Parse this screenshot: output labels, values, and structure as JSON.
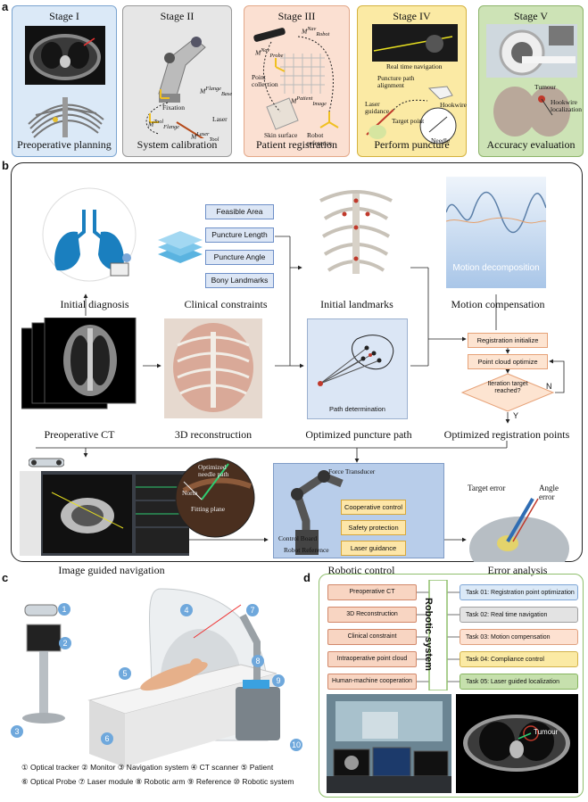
{
  "panel_labels": {
    "a": "a",
    "b": "b",
    "c": "c",
    "d": "d"
  },
  "colors": {
    "stage1": "#dbe9f7",
    "stage2": "#e6e6e6",
    "stage3": "#fbe0d2",
    "stage4": "#fbeaa4",
    "stage5": "#cde3b6"
  },
  "stages": [
    {
      "title": "Stage I",
      "caption": "Preoperative planning"
    },
    {
      "title": "Stage II",
      "caption": "System calibration"
    },
    {
      "title": "Stage III",
      "caption": "Patient registration"
    },
    {
      "title": "Stage IV",
      "caption": "Perform puncture"
    },
    {
      "title": "Stage V",
      "caption": "Accuracy evaluation"
    }
  ],
  "stage2_labels": {
    "fixation": "Fixation",
    "laser": "Laser",
    "m_flange_base": "M",
    "m_flange_base_sup": "Flange",
    "m_flange_base_sub": "Base",
    "m_tool_flange": "M",
    "m_tool_flange_sup": "Tool",
    "m_tool_flange_sub": "Flange",
    "m_laser_tool": "M",
    "m_laser_tool_sup": "Laser",
    "m_laser_tool_sub": "Tool"
  },
  "stage3_labels": {
    "m_nav_probe": "M",
    "m_nav_probe_sup": "Nav",
    "m_nav_probe_sub": "Probe",
    "m_nav_robot": "M",
    "m_nav_robot_sup": "Nav",
    "m_nav_robot_sub": "Robot",
    "m_patient_image": "M",
    "m_patient_image_sup": "Patient",
    "m_patient_image_sub": "Image",
    "point_collection": "Point collection",
    "skin_surface": "Skin surface",
    "robot_reference": "Robot reference"
  },
  "stage4_labels": {
    "real_time_nav": "Real time navigation",
    "alignment": "Puncture path alignment",
    "laser_guidance": "Laser guidance",
    "target_point": "Target point",
    "hookwire": "Hookwire",
    "needle": "Needle"
  },
  "stage5_labels": {
    "tumour": "Tumour",
    "hookwire_loc": "Hookwire localization"
  },
  "panel_b": {
    "captions": {
      "initial_diagnosis": "Initial diagnosis",
      "clinical_constraints": "Clinical constraints",
      "initial_landmarks": "Initial landmarks",
      "motion_compensation": "Motion compensation",
      "preoperative_ct": "Preoperative CT",
      "reconstruction": "3D reconstruction",
      "optimized_path": "Optimized puncture path",
      "optimized_reg": "Optimized registration points",
      "image_nav": "Image guided navigation",
      "robotic_control": "Robotic control",
      "error_analysis": "Error analysis"
    },
    "constraints": [
      "Feasible Area",
      "Puncture Length",
      "Puncture Angle",
      "Bony Landmarks"
    ],
    "motion_decomposition": "Motion decomposition",
    "path_determination": "Path determination",
    "flow": {
      "init": "Registration initialize",
      "optimize": "Point cloud optimize",
      "decision": "Iteration target reached?",
      "no": "N",
      "yes": "Y"
    },
    "nav_labels": {
      "optimized_needle": "Optimized needle path",
      "norm": "Norm",
      "fitting_plane": "Fitting plane"
    },
    "robot_labels": {
      "force": "Force Transducer",
      "control_board": "Control Board",
      "robot_reference": "Robot Reference"
    },
    "robot_boxes": [
      "Cooperative control",
      "Safety protection",
      "Laser guidance"
    ],
    "error_labels": {
      "target": "Target error",
      "angle": "Angle error"
    }
  },
  "panel_c": {
    "markers": [
      "1",
      "2",
      "3",
      "4",
      "5",
      "6",
      "7",
      "8",
      "9",
      "10"
    ],
    "legend_line1": "① Optical tracker ② Monitor ③ Navigation system ④ CT scanner ⑤ Patient",
    "legend_line2": "⑥ Optical Probe ⑦ Laser module ⑧ Robotic arm ⑨ Reference ⑩ Robotic system"
  },
  "panel_d": {
    "inputs": [
      "Preoperative CT",
      "3D Reconstruction",
      "Clinical constraint",
      "Intraoperative point cloud",
      "Human-machine cooperation"
    ],
    "center": "Robotic system",
    "tasks": [
      {
        "label": "Task 01: Registration point optimization",
        "color": "#dbe9f7",
        "border": "#7fa6d6"
      },
      {
        "label": "Task 02: Real time navigation",
        "color": "#e3e3e3",
        "border": "#a0a0a0"
      },
      {
        "label": "Task 03: Motion compensation",
        "color": "#fde1d1",
        "border": "#e0a07e"
      },
      {
        "label": "Task 04: Compliance control",
        "color": "#fbeaa4",
        "border": "#d3b24a"
      },
      {
        "label": "Task 05: Laser guided localization",
        "color": "#c6e0ad",
        "border": "#86b45e"
      }
    ],
    "tumour": "Tumour"
  }
}
